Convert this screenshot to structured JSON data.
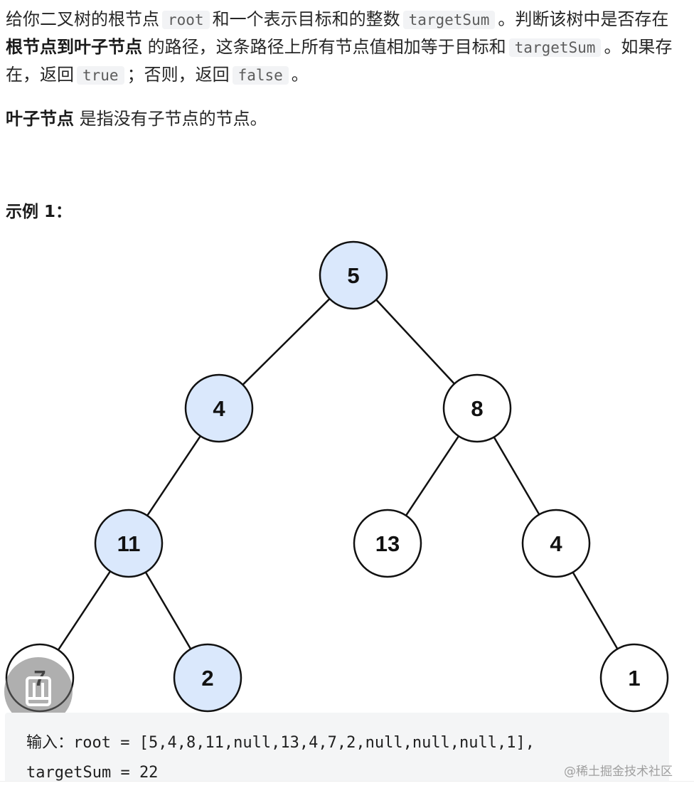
{
  "problem": {
    "p1_a": "给你二叉树的根节点",
    "code_root": "root",
    "p1_b": "和一个表示目标和的整数",
    "code_target": "targetSum",
    "p1_c": "。判断该树中是否存在",
    "bold_path": "根节点到叶子节点",
    "p1_d": "的路径，这条路径上所有节点值相加等于目标和",
    "code_target2": "targetSum",
    "p1_e": "。如果存在，返回",
    "code_true": "true",
    "p1_f": "；否则，返回",
    "code_false": "false",
    "p1_g": "。",
    "bold_leaf": "叶子节点",
    "p2_rest": "是指没有子节点的节点。"
  },
  "example": {
    "title": "示例 1：",
    "input_line1": "输入：root = [5,4,8,11,null,13,4,7,2,null,null,null,1],",
    "input_line2": "targetSum = 22"
  },
  "tree": {
    "nodes": [
      {
        "id": "n5",
        "label": "5",
        "highlighted": true
      },
      {
        "id": "n4",
        "label": "4",
        "highlighted": true
      },
      {
        "id": "n8",
        "label": "8",
        "highlighted": false
      },
      {
        "id": "n11",
        "label": "11",
        "highlighted": true
      },
      {
        "id": "n13",
        "label": "13",
        "highlighted": false
      },
      {
        "id": "n4b",
        "label": "4",
        "highlighted": false
      },
      {
        "id": "n7",
        "label": "7",
        "highlighted": false
      },
      {
        "id": "n2",
        "label": "2",
        "highlighted": true
      },
      {
        "id": "n1",
        "label": "1",
        "highlighted": false
      }
    ],
    "edges": [
      [
        "n5",
        "n4"
      ],
      [
        "n5",
        "n8"
      ],
      [
        "n4",
        "n11"
      ],
      [
        "n8",
        "n13"
      ],
      [
        "n8",
        "n4b"
      ],
      [
        "n11",
        "n7"
      ],
      [
        "n11",
        "n2"
      ],
      [
        "n4b",
        "n1"
      ]
    ],
    "colors": {
      "highlight": "#dae8fc",
      "normal": "#ffffff",
      "stroke": "#111111"
    }
  },
  "watermark": "@稀土掘金技术社区",
  "icons": {
    "fab": "bookmark-icon"
  }
}
